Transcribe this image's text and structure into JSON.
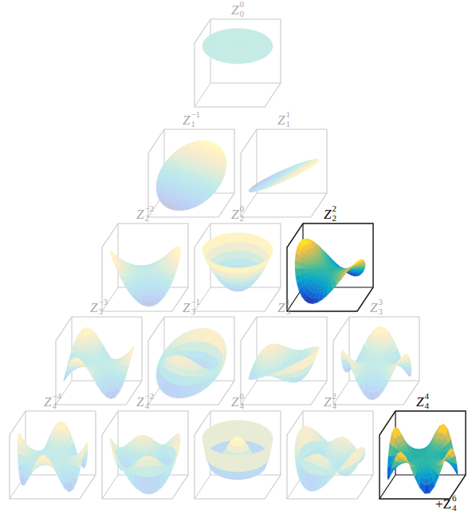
{
  "diagram": {
    "nodes": [
      {
        "text": [
          "Z",
          "0",
          "0"
        ]
      },
      {
        "text": [
          "Z",
          "1",
          "−1"
        ]
      },
      {
        "text": [
          "Z",
          "1",
          "1"
        ]
      },
      {
        "text": [
          "Z",
          "2",
          "−2"
        ]
      },
      {
        "text": [
          "Z",
          "2",
          "0"
        ]
      },
      {
        "text": [
          "Z",
          "2",
          "2"
        ]
      },
      {
        "text": [
          "Z",
          "3",
          "−3"
        ]
      },
      {
        "text": [
          "Z",
          "3",
          "−1"
        ]
      },
      {
        "text": [
          "Z",
          "3",
          "1"
        ]
      },
      {
        "text": [
          "Z",
          "3",
          "3"
        ]
      },
      {
        "text": [
          "Z",
          "4",
          "−4"
        ]
      },
      {
        "text": [
          "Z",
          "4",
          "−2"
        ]
      },
      {
        "text": [
          "Z",
          "4",
          "0"
        ]
      },
      {
        "text": [
          "Z",
          "4",
          "2"
        ]
      },
      {
        "text": [
          "Z",
          "4",
          "4"
        ]
      }
    ],
    "labels": [
      "+Z",
      "4",
      "6"
    ]
  }
}
